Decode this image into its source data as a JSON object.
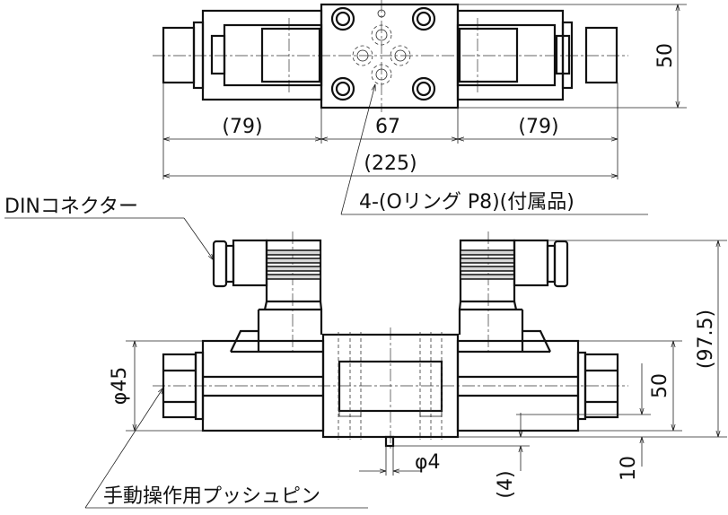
{
  "dimensions": {
    "left_length": "(79)",
    "center_length": "67",
    "right_length": "(79)",
    "total_length": "(225)",
    "top_height": "50",
    "total_height": "(97.5)",
    "body_height": "50",
    "bottom_offset": "10",
    "pin_diameter": "φ4",
    "pin_height": "(4)",
    "cap_diameter": "φ45"
  },
  "labels": {
    "o_ring": "4-(Oリング P8)(付属品)",
    "din_connector": "DINコネクター",
    "push_pin": "手動操作用プッシュピン"
  }
}
